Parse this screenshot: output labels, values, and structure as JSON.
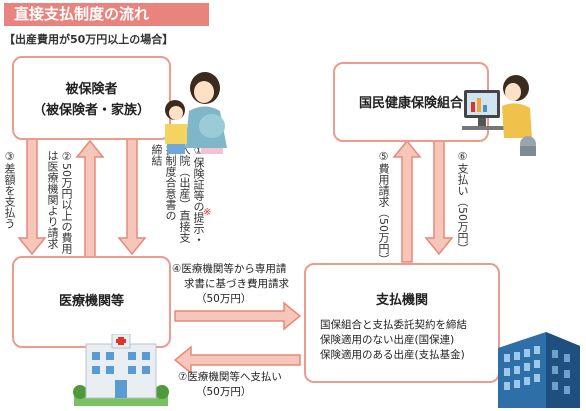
{
  "header": {
    "title": "直接支払制度の流れ",
    "subtitle": "【出産費用が50万円以上の場合】"
  },
  "nodes": {
    "insured": {
      "line1": "被保険者",
      "line2": "（被保険者・家族）"
    },
    "union": {
      "label": "国民健康保険組合"
    },
    "hospital": {
      "label": "医療機関等"
    },
    "payment_org": {
      "label": "支払機関",
      "lines": [
        "国保組合と支払委託契約を締結",
        "保険適用のない出産(国保連)",
        "保険適用のある出産(支払基金)"
      ]
    }
  },
  "steps": {
    "s1": {
      "col1": "①保険証等の提示・",
      "col2": "入院（出産）直接支",
      "col3": "払制度合意書の",
      "col4": "締結",
      "mark": "※"
    },
    "s2": {
      "col1": "②50万円以上の費用",
      "col2": "は医療機関より請求"
    },
    "s3": {
      "text": "③差額を支払う"
    },
    "s4": {
      "line1": "④医療機関等から専用請",
      "line2": "求書に基づき費用請求",
      "line3": "（50万円）"
    },
    "s5": {
      "text": "⑤費用請求（50万円）"
    },
    "s6": {
      "text": "⑥支払い（50万円）"
    },
    "s7": {
      "line1": "⑦医療機関等へ支払い",
      "line2": "（50万円）"
    }
  },
  "colors": {
    "title_bg": "#e8837d",
    "box_border": "#ec9b8d",
    "arrow_fill": "#f6c6bb",
    "arrow_stroke": "#e68a78"
  }
}
